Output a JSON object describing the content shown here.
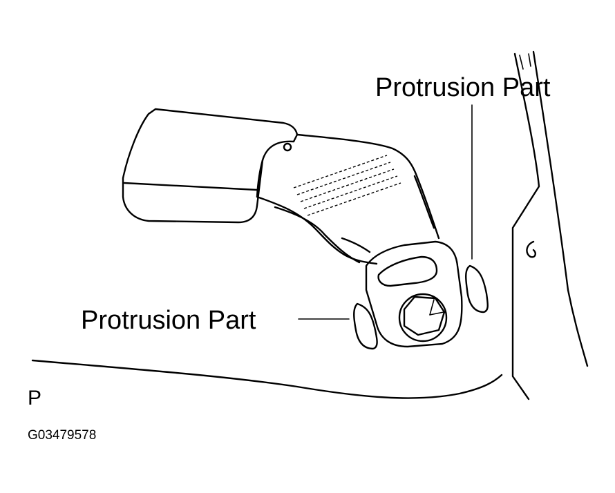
{
  "labels": {
    "protrusion_top": "Protrusion Part",
    "protrusion_left": "Protrusion Part",
    "code_letter": "P",
    "figure_code": "G03479578"
  }
}
